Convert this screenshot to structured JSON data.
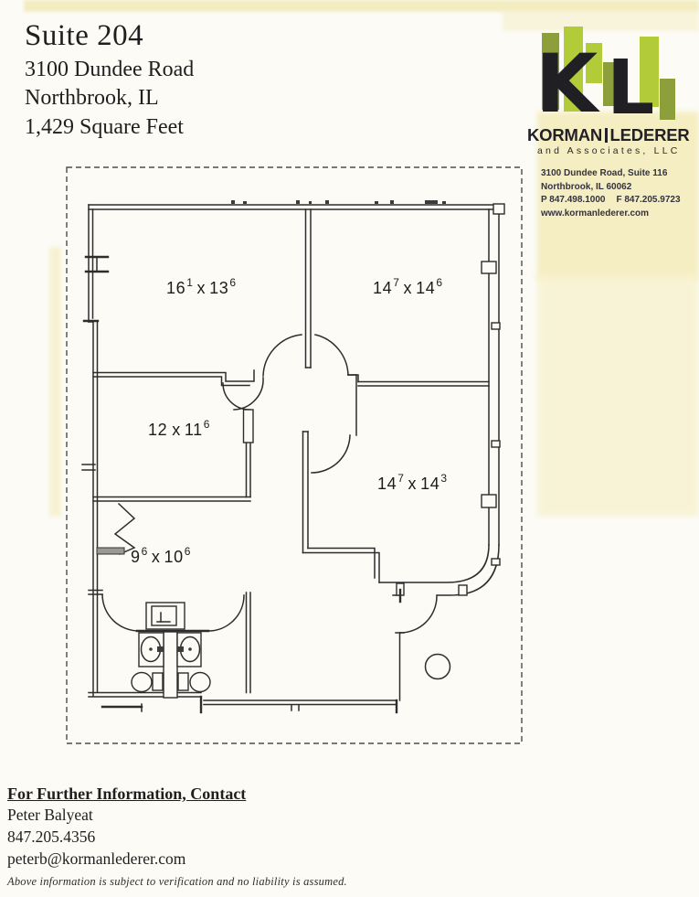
{
  "header": {
    "suite": "Suite 204",
    "address": "3100 Dundee Road",
    "city_state": "Northbrook, IL",
    "area": "1,429 Square Feet"
  },
  "brand": {
    "monogram_k": "K",
    "monogram_l": "L",
    "name_first": "KORMAN",
    "name_second": "LEDERER",
    "tagline": "and Associates, LLC",
    "address_line1": "3100 Dundee Road, Suite 116",
    "address_line2": "Northbrook, IL  60062",
    "phone": "P 847.498.1000",
    "fax": "F 847.205.9723",
    "website": "www.kormanlederer.com",
    "colors": {
      "bright_green": "#b2cb39",
      "olive_green": "#8c9f3a",
      "ink": "#222126"
    }
  },
  "floor_plan": {
    "separator": "x",
    "rooms": [
      {
        "name": "office-top-left",
        "width_ft": "16",
        "width_sup": "1",
        "height_ft": "13",
        "height_sup": "6"
      },
      {
        "name": "office-top-right",
        "width_ft": "14",
        "width_sup": "7",
        "height_ft": "14",
        "height_sup": "6"
      },
      {
        "name": "office-mid-left",
        "width_ft": "12",
        "width_sup": "",
        "height_ft": "11",
        "height_sup": "6"
      },
      {
        "name": "office-right",
        "width_ft": "14",
        "width_sup": "7",
        "height_ft": "14",
        "height_sup": "3"
      },
      {
        "name": "room-lower-left",
        "width_ft": "9",
        "width_sup": "6",
        "height_ft": "10",
        "height_sup": "6"
      }
    ]
  },
  "footer": {
    "contact_heading": "For Further Information, Contact",
    "contact_name": "Peter Balyeat",
    "contact_phone": "847.205.4356",
    "contact_email": "peterb@kormanlederer.com",
    "disclaimer": "Above information is subject to verification and no liability is assumed."
  }
}
